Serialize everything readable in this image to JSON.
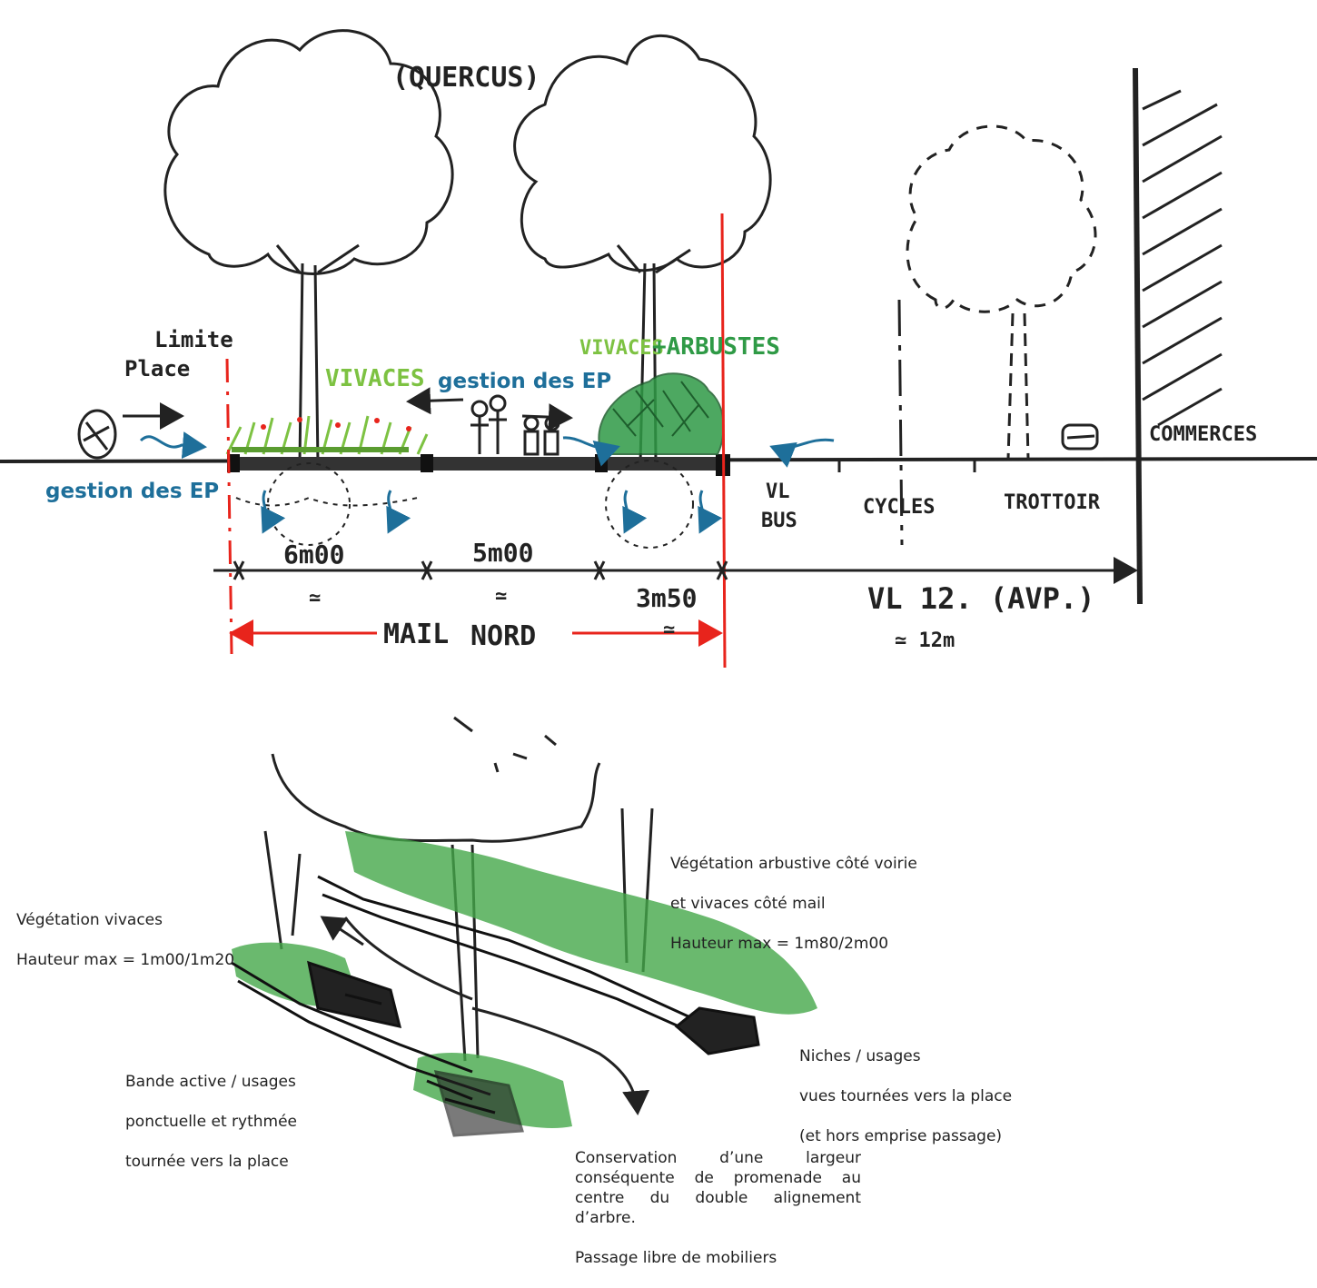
{
  "section": {
    "tree_species": "(QUERCUS)",
    "limite_place": [
      "Limite",
      "Place"
    ],
    "vivaces_label": "VIVACES",
    "vivaces_arbustes_label": [
      "VIVACES",
      "+ARBUSTES"
    ],
    "gestion_ep_top": "gestion des EP",
    "gestion_ep_left": "gestion des EP",
    "commerces": "COMMERCES",
    "lanes": {
      "vl_bus": [
        "VL",
        "BUS"
      ],
      "cycles": "CYCLES",
      "trottoir": "TROTTOIR"
    },
    "dimensions": {
      "d1": "6m00",
      "d2": "5m00",
      "d3": "3m50",
      "approx1": "≃",
      "approx2": "≃",
      "approx3": "≃"
    },
    "mail_nord": [
      "MAIL",
      "NORD"
    ],
    "vl12": "VL 12. (AVP.)",
    "vl12_width": "≃ 12m"
  },
  "annotations": {
    "vegetation_vivaces": [
      "Végétation vivaces",
      "Hauteur max = 1m00/1m20"
    ],
    "vegetation_arbustive": [
      "Végétation arbustive côté voirie",
      "et vivaces côté mail",
      "Hauteur max = 1m80/2m00"
    ],
    "niches": [
      "Niches / usages",
      "vues tournées vers la place",
      "(et hors emprise passage)"
    ],
    "bande_active": [
      "Bande active / usages",
      "ponctuelle et rythmée",
      "tournée vers la place"
    ],
    "conservation": [
      "Conservation d’une largeur conséquente de promenade au centre du double alignement d’arbre.",
      "Passage libre de mobiliers"
    ]
  },
  "colors": {
    "ink": "#222222",
    "red": "#e8241c",
    "blue": "#1e6f9a",
    "green_light": "#7dc242",
    "green_dark": "#2f9a46"
  }
}
